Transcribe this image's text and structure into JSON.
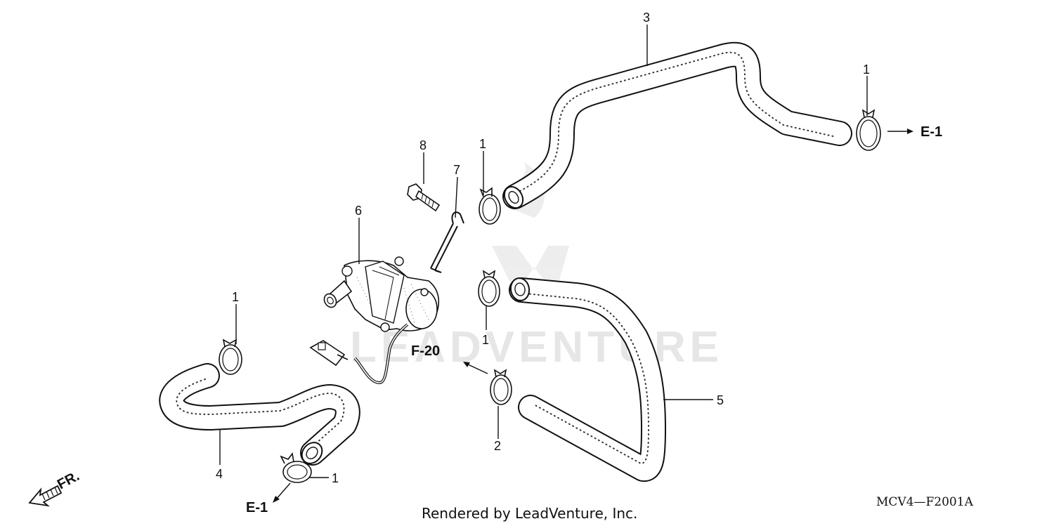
{
  "watermark": "LEADVENTURE",
  "credit": "Rendered by LeadVenture, Inc.",
  "diagram_code": "MCV4—F2001A",
  "front_label": "FR.",
  "refs": {
    "e1_right": "E-1",
    "e1_left": "E-1",
    "f20": "F-20"
  },
  "callouts": {
    "c3": "3",
    "c1a": "1",
    "c8": "8",
    "c7": "7",
    "c1b": "1",
    "c6": "6",
    "c1c": "1",
    "c1d": "1",
    "c5": "5",
    "c2": "2",
    "c4": "4",
    "c1e": "1"
  }
}
